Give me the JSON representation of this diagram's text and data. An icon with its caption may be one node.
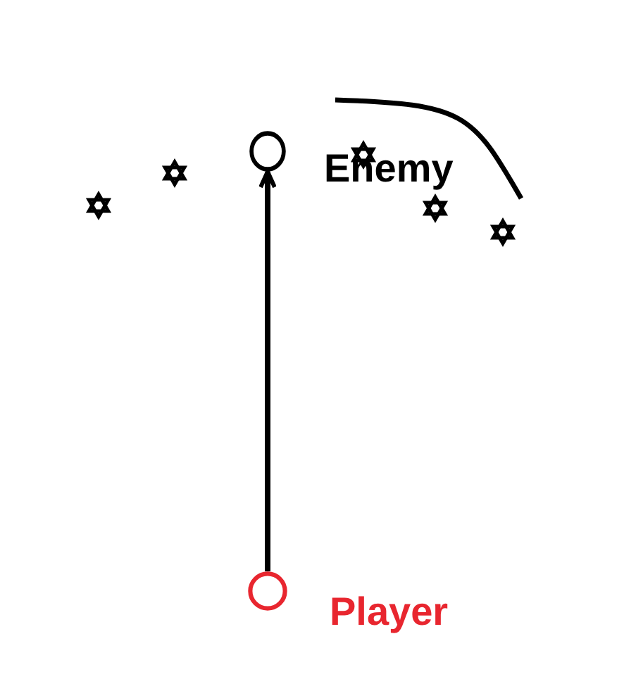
{
  "diagram": {
    "nodes": [
      {
        "text": [],
        "shape": "circle",
        "beside": [
          "Enemy"
        ]
      },
      {
        "text": [],
        "shape": "circle",
        "beside": [
          "Player"
        ]
      }
    ],
    "edges": [
      {
        "from": 1,
        "to": 0,
        "arrow": "to"
      }
    ]
  }
}
